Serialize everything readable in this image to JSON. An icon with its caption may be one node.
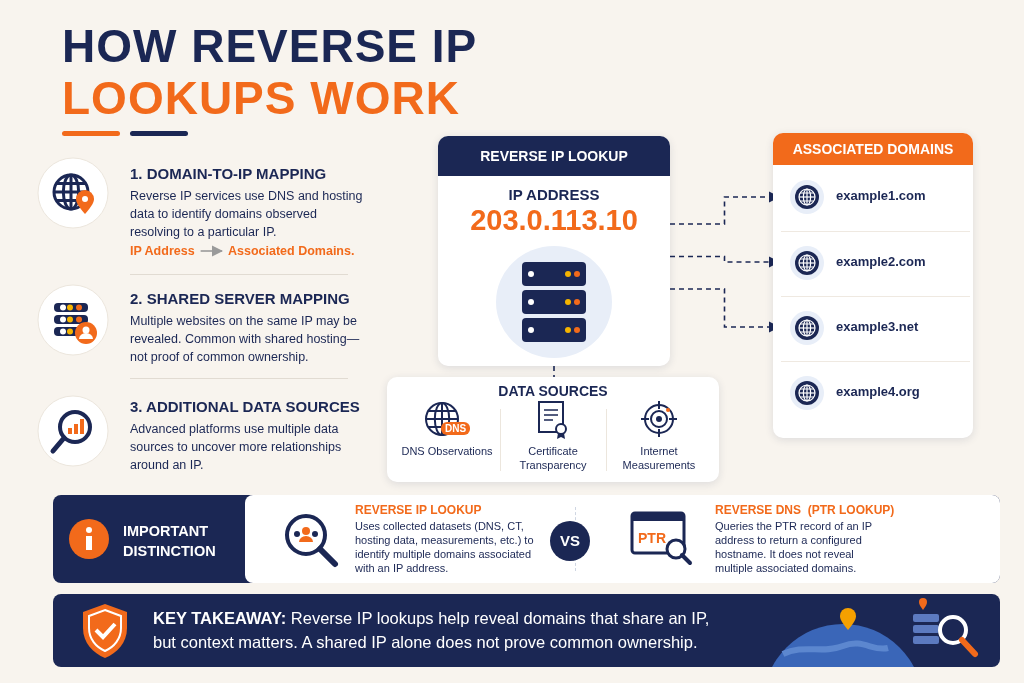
{
  "diagram": {
    "title": "HOW REVERSE IP LOOKUPS WORK",
    "nodes": [
      {
        "text": [
          "REVERSE IP LOOKUP",
          "IP ADDRESS",
          "203.0.113.10"
        ]
      },
      {
        "text": [
          "ASSOCIATED DOMAINS"
        ]
      },
      {
        "text": [
          "example1.com"
        ],
        "in": 1
      },
      {
        "text": [
          "example2.com"
        ],
        "in": 1
      },
      {
        "text": [
          "example3.net"
        ],
        "in": 1
      },
      {
        "text": [
          "example4.org"
        ],
        "in": 1
      },
      {
        "text": [
          "DATA SOURCES"
        ]
      },
      {
        "text": [
          "DNS",
          "DNS Observations"
        ],
        "in": 6
      },
      {
        "text": [
          "Certificate Transparency"
        ],
        "in": 6
      },
      {
        "text": [
          "Internet Measurements"
        ],
        "in": 6
      },
      {
        "text": [
          "IP Address"
        ]
      },
      {
        "text": [
          "Associated Domains."
        ]
      },
      {
        "text": [
          "IMPORTANT DISTINCTION"
        ]
      },
      {
        "text": [
          "REVERSE IP LOOKUP",
          "Uses collected datasets (DNS, CT, hosting data, measurements, etc.) to identify multiple domains associated with an IP address."
        ],
        "in": 12
      },
      {
        "text": [
          "VS"
        ],
        "in": 12
      },
      {
        "text": [
          "REVERSE DNS  (PTR LOOKUP)",
          "Queries the PTR record of an IP address to return a configured hostname. It does not reveal multiple associated domains."
        ],
        "in": 12
      },
      {
        "text": [
          "**KEY TAKEAWAY:** Reverse IP lookups help reveal domains that share an IP, but context matters. A shared IP alone does not prove common ownership."
        ]
      }
    ],
    "edges": [
      {
        "from": 0,
        "to": 2,
        "arrow": "to",
        "style": "dashed"
      },
      {
        "from": 0,
        "to": 3,
        "arrow": "to",
        "style": "dashed"
      },
      {
        "from": 0,
        "to": 4,
        "arrow": "to",
        "style": "dashed"
      },
      {
        "from": 0,
        "to": 6,
        "arrow": "none",
        "style": "dashed"
      },
      {
        "from": 10,
        "to": 11,
        "arrow": "to",
        "color": "#9a9a9a"
      }
    ],
    "labels": [
      "1. DOMAIN-TO-IP MAPPING",
      "Reverse IP services use DNS and hosting data to identify domains observed resolving to a particular IP.",
      "2. SHARED SERVER MAPPING",
      "Multiple websites on the same IP may be revealed. Common with shared hosting—not proof of common ownership.",
      "3. ADDITIONAL DATA SOURCES",
      "Advanced platforms use multiple data sources to uncover more relationships around an IP.",
      "PTR"
    ]
  }
}
